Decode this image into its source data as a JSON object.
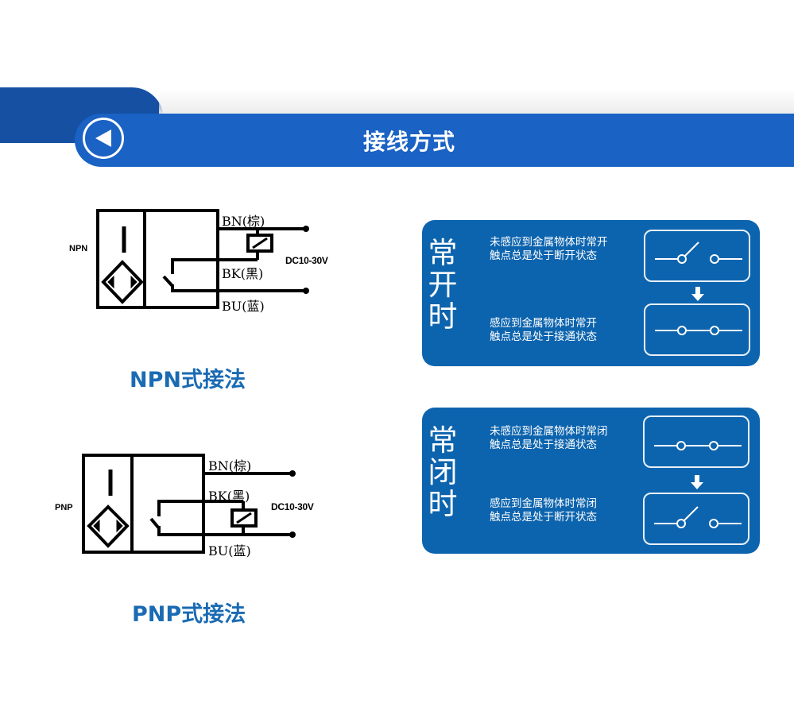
{
  "header": {
    "title": "接线方式",
    "back_icon": "back-arrow-icon",
    "colors": {
      "bar": "#1a62c4",
      "tab": "#1650a3"
    }
  },
  "npn": {
    "type_label": "NPN",
    "wires": {
      "bn": "BN(棕)",
      "bk": "BK(黑)",
      "bu": "BU(蓝)"
    },
    "voltage": "DC10-30V",
    "caption": "NPN式接法"
  },
  "pnp": {
    "type_label": "PNP",
    "wires": {
      "bn": "BN(棕)",
      "bk": "BK(黑)",
      "bu": "BU(蓝)"
    },
    "voltage": "DC10-30V",
    "caption": "PNP式接法"
  },
  "panels": [
    {
      "title_chars": [
        "常",
        "开",
        "时"
      ],
      "states": [
        {
          "line1": "未感应到金属物体时常开",
          "line2": "触点总是处于断开状态",
          "switch": "open"
        },
        {
          "line1": "感应到金属物体时常开",
          "line2": "触点总是处于接通状态",
          "switch": "closed"
        }
      ]
    },
    {
      "title_chars": [
        "常",
        "闭",
        "时"
      ],
      "states": [
        {
          "line1": "未感应到金属物体时常闭",
          "line2": "触点总是处于接通状态",
          "switch": "closed"
        },
        {
          "line1": "感应到金属物体时常闭",
          "line2": "触点总是处于断开状态",
          "switch": "open"
        }
      ]
    }
  ],
  "colors": {
    "caption": "#1a6bb3",
    "panel": "#0d64ae"
  }
}
